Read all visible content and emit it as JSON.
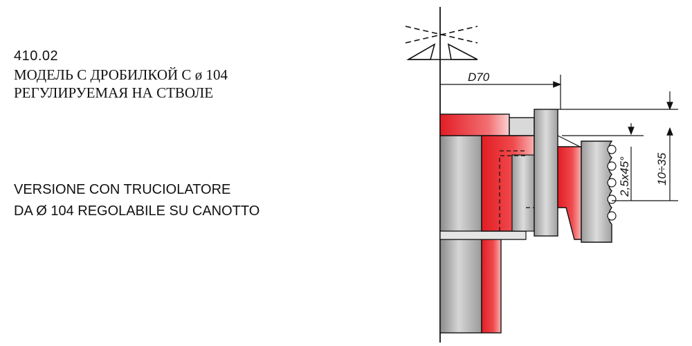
{
  "header": {
    "code": "410.02",
    "title_ru_line1": "МОДЕЛЬ С ДРОБИЛКОЙ С ø 104",
    "title_ru_line2": "РЕГУЛИРУЕМАЯ НА СТВОЛЕ",
    "title_it_line1": "VERSIONE CON TRUCIOLATORE",
    "title_it_line2": "DA Ø 104 REGOLABILE SU CANOTTO"
  },
  "drawing": {
    "dim_diameter": "D70",
    "dim_chamfer": "2,5x45°",
    "dim_height_range": "10÷35",
    "colors": {
      "red": "#e8222a",
      "gray": "#b8b8b8",
      "dark_gray": "#7d7d7d",
      "outline": "#111111"
    }
  }
}
